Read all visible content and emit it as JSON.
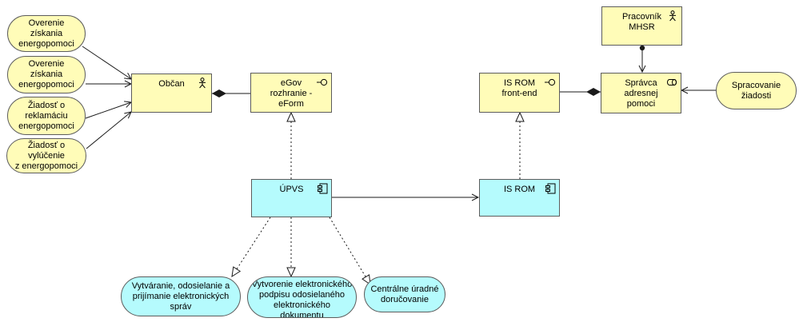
{
  "nodes": {
    "overenie_1": "Overenie získania\nenergopomoci",
    "overenie_2": "Overenie získania\nenergopomoci",
    "ziadost_reklamacia": "Žiadosť o\nreklamáciu\nenergopomoci",
    "ziadost_vylucenie": "Žiadosť o vylúčenie\nz energopomoci",
    "obcan": "Občan",
    "egov": "eGov\nrozhranie -\neForm",
    "upvs": "ÚPVS",
    "is_rom_frontend": "IS ROM\nfront-end",
    "is_rom": "IS ROM",
    "pracovnik": "Pracovník\nMHSR",
    "spravca": "Správca\nadresnej\npomoci",
    "spracovanie": "Spracovanie\nžiadosti",
    "svc_vytvaranie": "Vytváranie, odosielanie a\nprijímanie elektronických\nspráv",
    "svc_podpis": "Vytvorenie elektronického\npodpisu odosielaného\nelektronického\ndokumentu",
    "svc_dorucovanie": "Centrálne úradné\ndoručovanie"
  },
  "icons": {
    "actor": "actor-icon",
    "interface": "interface-icon",
    "component": "component-icon",
    "role": "role-icon"
  },
  "colors": {
    "business": "#fffcb8",
    "application": "#b5fbfd",
    "border": "#5c5c5c",
    "line": "#1a1a1a"
  }
}
